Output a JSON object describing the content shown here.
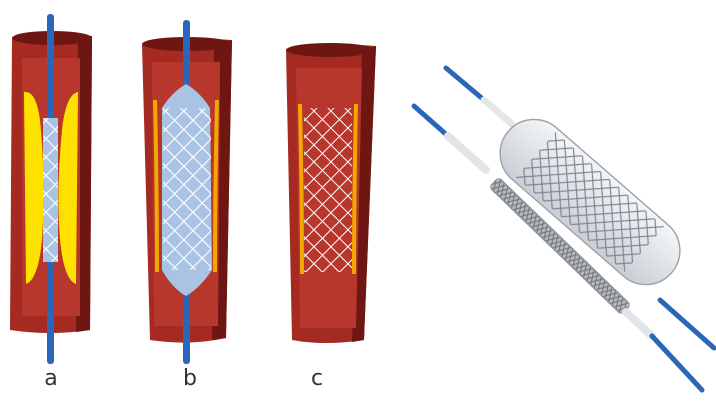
{
  "labels": {
    "a": "a",
    "b": "b",
    "c": "c"
  },
  "colors": {
    "vessel_wall": "#a52a22",
    "vessel_dark": "#6e1712",
    "lumen": "#c0392b",
    "plaque": "#ffe100",
    "plaque_compressed": "#f2a800",
    "balloon": "#a9c4e2",
    "stent_mesh": "#ffffff",
    "guidewire": "#2b66b8",
    "background": "#ffffff"
  },
  "icons": {
    "vessel_a": "artery-with-plaque-icon",
    "vessel_b": "artery-balloon-inflated-icon",
    "vessel_c": "artery-stent-deployed-icon",
    "device_photo": "balloon-stent-catheter-icon"
  }
}
